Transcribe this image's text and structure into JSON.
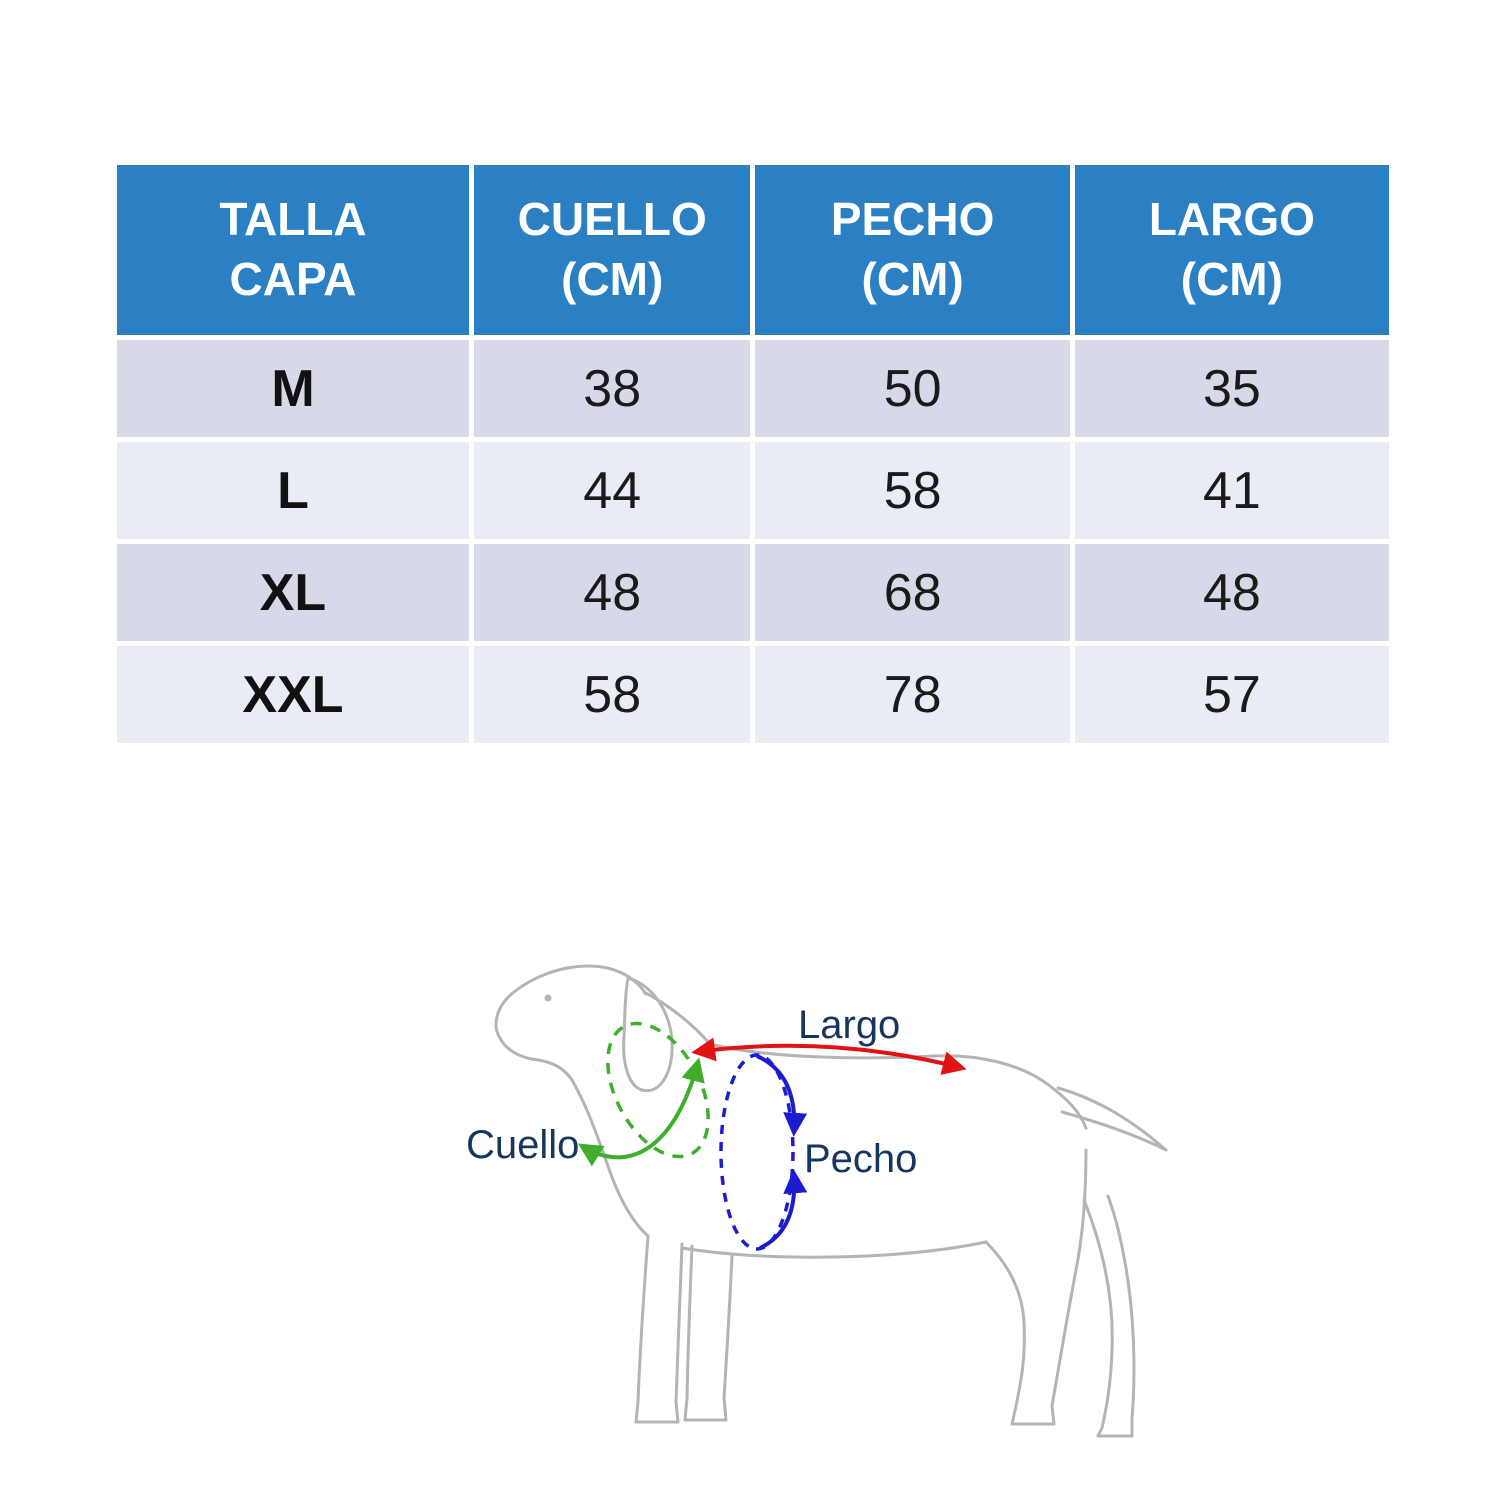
{
  "page": {
    "background": "#ffffff"
  },
  "table": {
    "header_bg": "#2b80c4",
    "header_text_color": "#ffffff",
    "row_colors": [
      "#d8d9e8",
      "#eaecf5"
    ],
    "headers": [
      {
        "line1": "TALLA",
        "line2": "CAPA"
      },
      {
        "line1": "CUELLO",
        "line2": "(CM)"
      },
      {
        "line1": "PECHO",
        "line2": "(CM)"
      },
      {
        "line1": "LARGO",
        "line2": "(CM)"
      }
    ],
    "rows": [
      {
        "size": "M",
        "cuello": "38",
        "pecho": "50",
        "largo": "35"
      },
      {
        "size": "L",
        "cuello": "44",
        "pecho": "58",
        "largo": "41"
      },
      {
        "size": "XL",
        "cuello": "48",
        "pecho": "68",
        "largo": "48"
      },
      {
        "size": "XXL",
        "cuello": "58",
        "pecho": "78",
        "largo": "57"
      }
    ]
  },
  "diagram": {
    "labels": {
      "largo": "Largo",
      "cuello": "Cuello",
      "pecho": "Pecho"
    },
    "colors": {
      "largo_arrow": "#e01212",
      "cuello_arrow": "#3fae2c",
      "pecho_arrow": "#1b1bd0",
      "label_text": "#17365d",
      "dog_outline": "#b4b4b4"
    }
  },
  "chart_data": {
    "type": "table",
    "title": "Tabla de tallas de capa para perro",
    "columns": [
      "TALLA CAPA",
      "CUELLO (CM)",
      "PECHO (CM)",
      "LARGO (CM)"
    ],
    "rows": [
      [
        "M",
        38,
        50,
        35
      ],
      [
        "L",
        44,
        58,
        41
      ],
      [
        "XL",
        48,
        68,
        48
      ],
      [
        "XXL",
        58,
        78,
        57
      ]
    ]
  }
}
